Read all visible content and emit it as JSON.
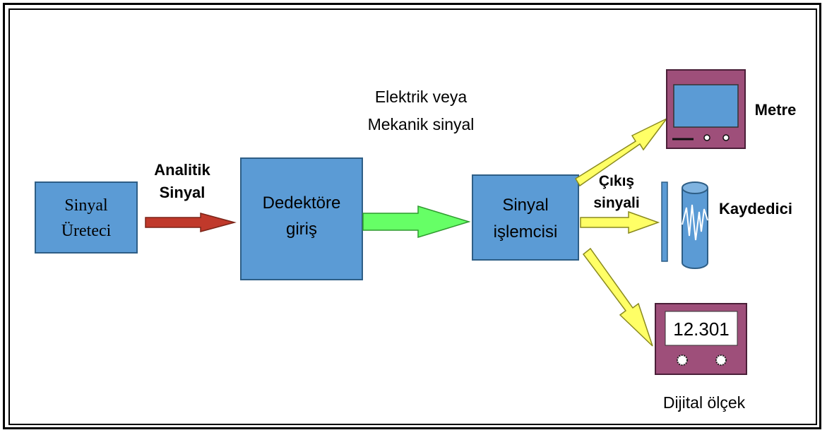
{
  "blocks": {
    "generator": {
      "line1": "Sinyal",
      "line2": "Üreteci"
    },
    "detector": {
      "line1": "Dedektöre",
      "line2": "giriş"
    },
    "processor": {
      "line1": "Sinyal",
      "line2": "işlemcisi"
    }
  },
  "labels": {
    "analytic_line1": "Analitik",
    "analytic_line2": "Sinyal",
    "elec_line1": "Elektrik veya",
    "elec_line2": "Mekanik sinyal",
    "output_line1": "Çıkış",
    "output_line2": "sinyali",
    "meter": "Metre",
    "recorder": "Kaydedici",
    "digital": "Dijital ölçek"
  },
  "digital_display": "12.301",
  "colors": {
    "box_fill": "#5b9bd5",
    "box_stroke": "#2e5e86",
    "red_arrow": "#c0392b",
    "green_arrow": "#66ff66",
    "yellow_arrow": "#ffff66",
    "device_fill": "#9e4f7a",
    "screen_fill": "#5b9bd5"
  }
}
